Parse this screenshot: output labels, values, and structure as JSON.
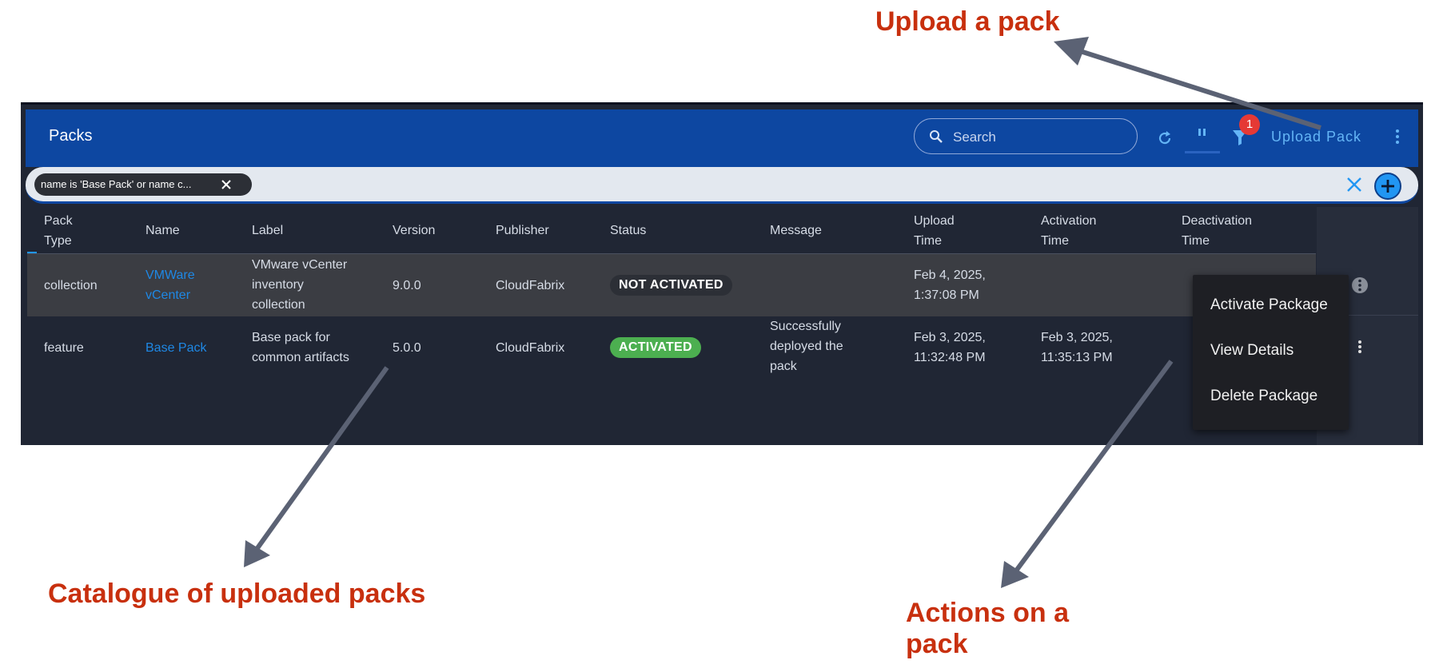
{
  "callouts": {
    "upload": "Upload a pack",
    "catalogue": "Catalogue of uploaded packs",
    "actions": "Actions on a pack"
  },
  "header": {
    "title": "Packs",
    "search_placeholder": "Search",
    "filter_count": "1",
    "upload_label": "Upload Pack"
  },
  "filter": {
    "chip_text": "name is 'Base Pack' or name c..."
  },
  "table": {
    "columns": [
      "Pack\nType",
      "Name",
      "Label",
      "Version",
      "Publisher",
      "Status",
      "Message",
      "Upload\nTime",
      "Activation\nTime",
      "Deactivation\nTime"
    ],
    "rows": [
      {
        "pack_type": "collection",
        "name": "VMWare\nvCenter",
        "label": "VMware vCenter\ninventory\ncollection",
        "version": "9.0.0",
        "publisher": "CloudFabrix",
        "status": "NOT ACTIVATED",
        "message": "",
        "upload_time": "Feb 4, 2025,\n1:37:08 PM",
        "activation_time": "",
        "deactivation_time": ""
      },
      {
        "pack_type": "feature",
        "name": "Base Pack",
        "label": "Base pack for\ncommon artifacts",
        "version": "5.0.0",
        "publisher": "CloudFabrix",
        "status": "ACTIVATED",
        "message": "Successfully\ndeployed the\npack",
        "upload_time": "Feb 3, 2025,\n11:32:48 PM",
        "activation_time": "Feb 3, 2025,\n11:35:13 PM",
        "deactivation_time": ""
      }
    ]
  },
  "context_menu": {
    "items": [
      "Activate Package",
      "View Details",
      "Delete Package"
    ]
  },
  "colors": {
    "header_bg": "#0d47a1",
    "table_bg": "#202634",
    "callout_text": "#c8300e",
    "link": "#1e88e5",
    "status_activated": "#4caf50",
    "status_not_activated": "#2c2f36",
    "arrow": "#5b6274"
  },
  "icons": [
    "search-icon",
    "refresh-icon",
    "pause-icon",
    "filter-icon",
    "more-vert-icon",
    "close-icon",
    "plus-icon"
  ]
}
